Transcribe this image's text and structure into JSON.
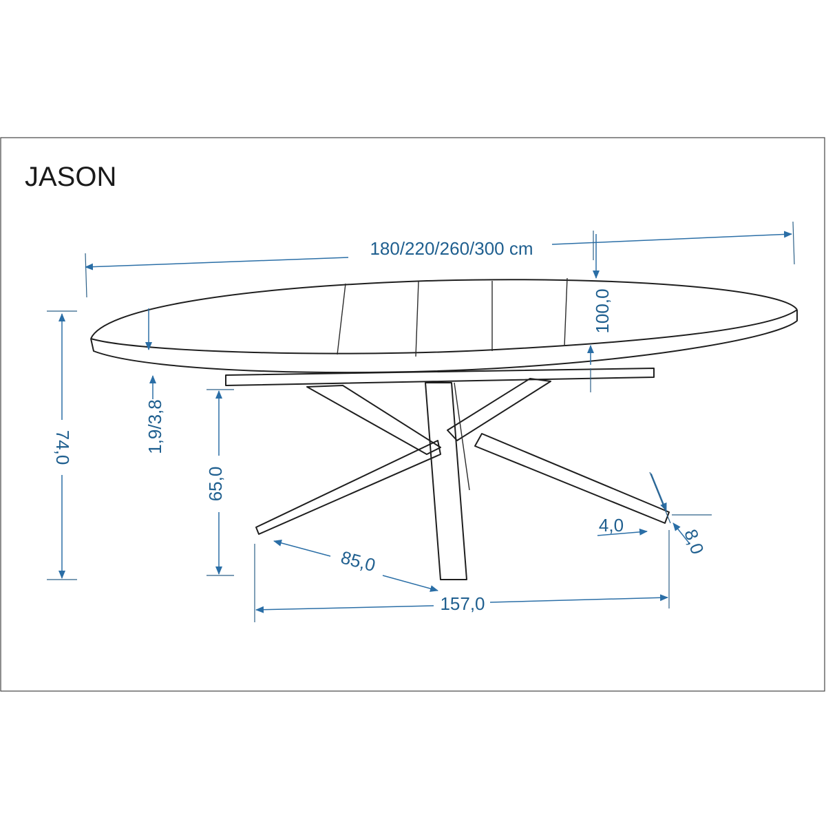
{
  "product_name": "JASON",
  "colors": {
    "dimension_blue": "#2a6ea6",
    "line_black": "#1e1e1e"
  },
  "dimensions": {
    "length": "180/220/260/300 cm",
    "width": "100,0",
    "top_thickness": "1,9/3,8",
    "height": "74,0",
    "leg_height": "65,0",
    "leg_length": "85,0",
    "base_span": "157,0",
    "leg_foot_width": "4,0",
    "leg_foot_depth": "8,0"
  }
}
